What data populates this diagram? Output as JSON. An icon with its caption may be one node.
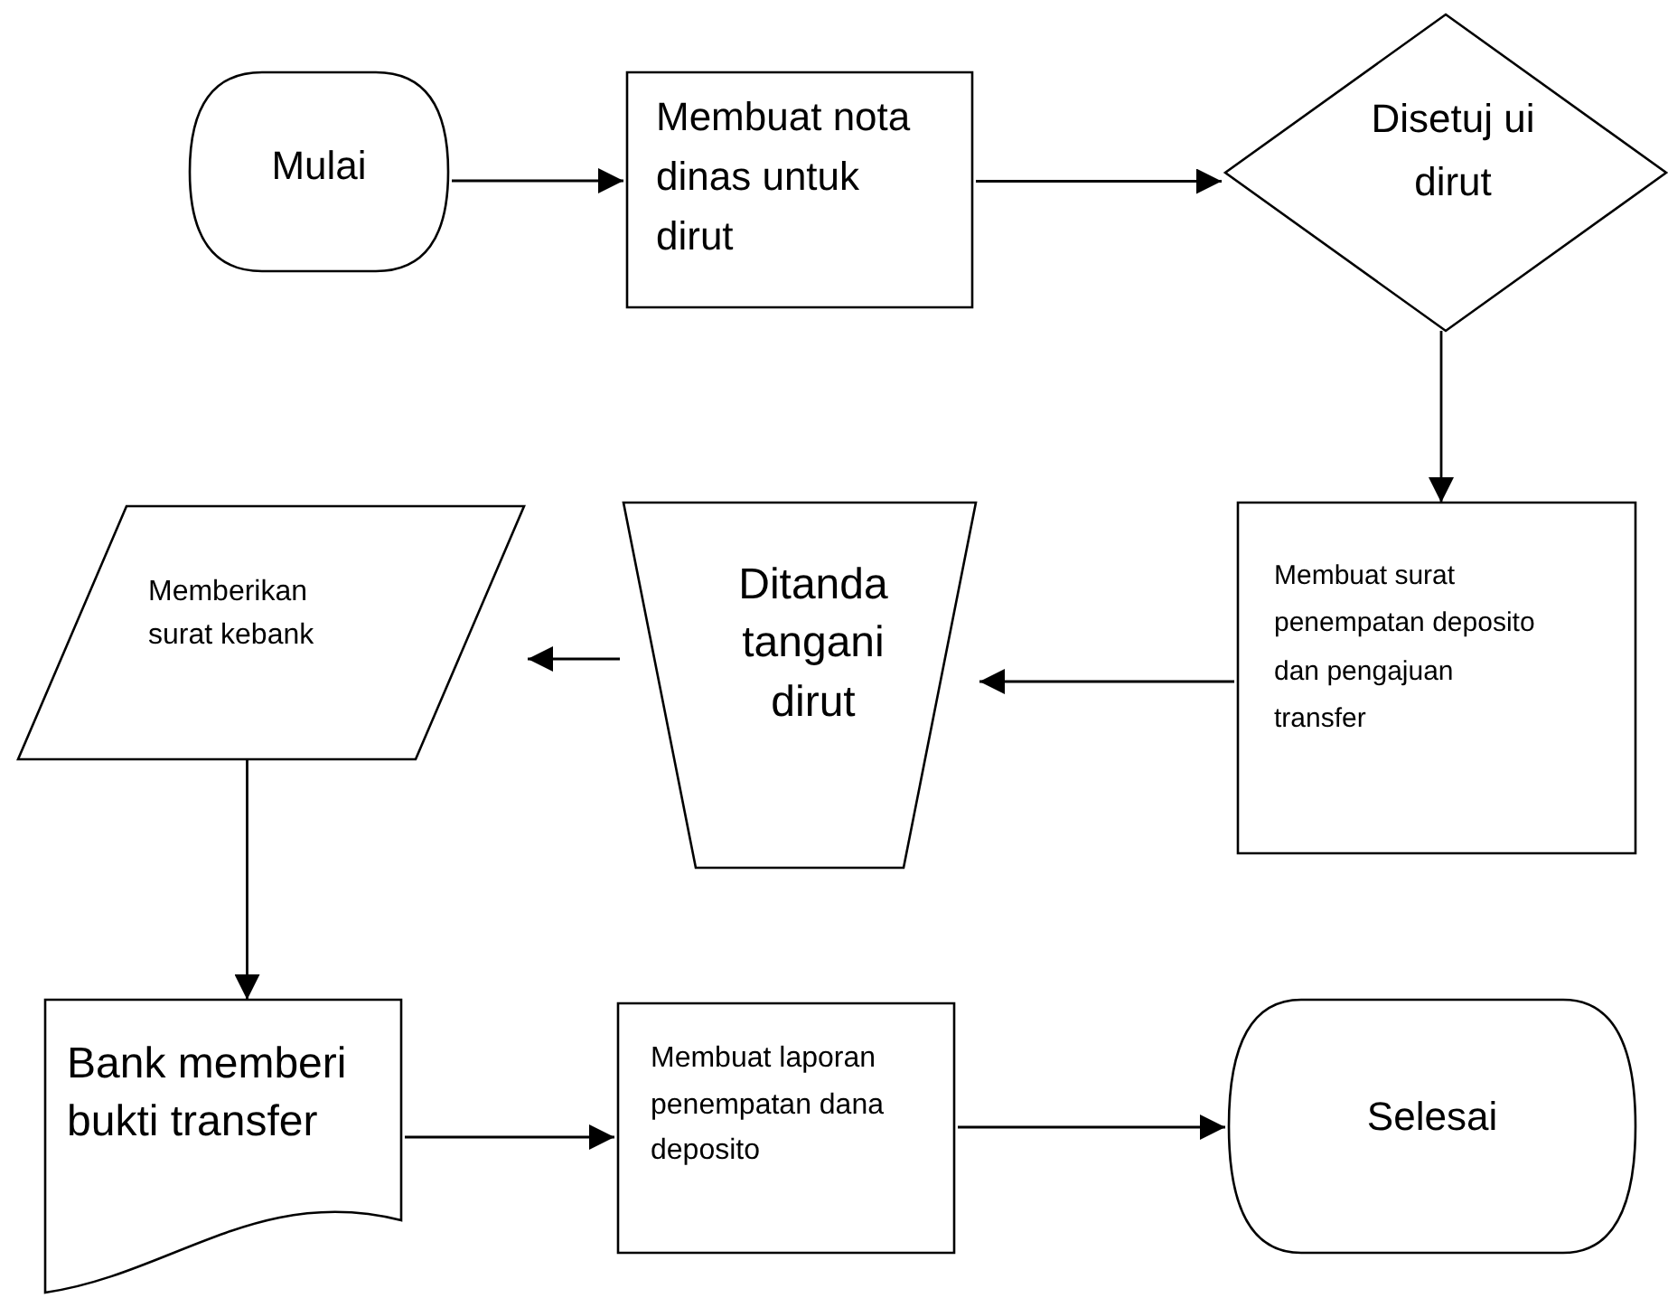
{
  "diagram": {
    "nodes": [
      {
        "text": [
          "Mulai"
        ]
      },
      {
        "text": [
          "Membuat nota dinas untuk dirut"
        ]
      },
      {
        "text": [
          "Disetuj ui dirut"
        ]
      },
      {
        "text": [
          "Membuat surat penempatan deposito dan pengajuan transfer"
        ]
      },
      {
        "text": [
          "Ditanda tangani dirut"
        ]
      },
      {
        "text": [
          "Memberikan surat kebank"
        ]
      },
      {
        "text": [
          "Bank memberi bukti transfer"
        ]
      },
      {
        "text": [
          "Membuat laporan penempatan dana deposito"
        ]
      },
      {
        "text": [
          "Selesai"
        ]
      }
    ],
    "edges": [
      {
        "from": 0,
        "to": 1,
        "arrow": "to"
      },
      {
        "from": 1,
        "to": 2,
        "arrow": "to"
      },
      {
        "from": 2,
        "to": 3,
        "arrow": "to"
      },
      {
        "from": 3,
        "to": 4,
        "arrow": "to"
      },
      {
        "from": 4,
        "to": 5,
        "arrow": "to"
      },
      {
        "from": 5,
        "to": 6,
        "arrow": "to"
      },
      {
        "from": 6,
        "to": 7,
        "arrow": "to"
      },
      {
        "from": 7,
        "to": 8,
        "arrow": "to"
      }
    ]
  }
}
